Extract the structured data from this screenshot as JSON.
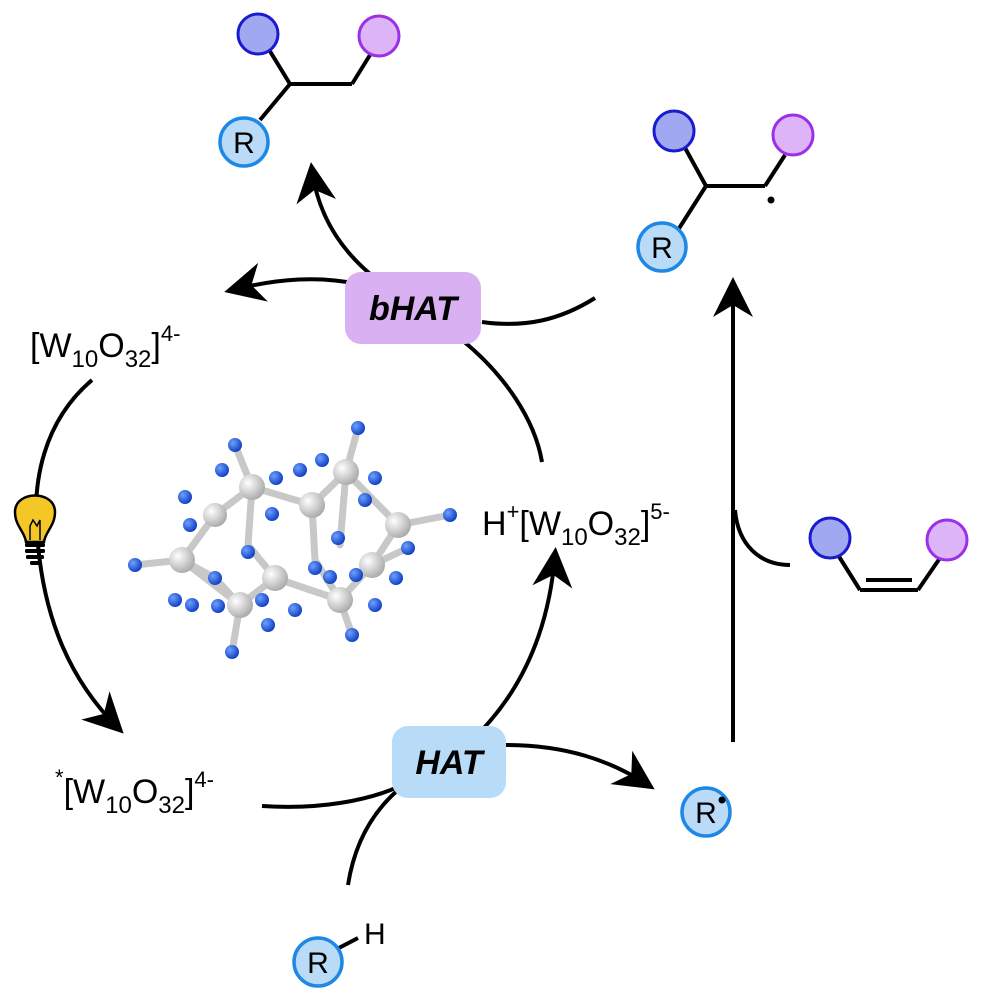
{
  "labels": {
    "w_ground": {
      "bracket_open": "[W",
      "sub1": "10",
      "o": "O",
      "sub2": "32",
      "bracket_close": "]",
      "charge": "4-"
    },
    "w_excited": {
      "star": "*",
      "bracket_open": "[W",
      "sub1": "10",
      "o": "O",
      "sub2": "32",
      "bracket_close": "]",
      "charge": "4-"
    },
    "w_reduced": {
      "h": "H",
      "plus": "+",
      "bracket_open": "[W",
      "sub1": "10",
      "o": "O",
      "sub2": "32",
      "bracket_close": "]",
      "charge": "5-"
    },
    "hat": "HAT",
    "bhat": "bHAT",
    "r": "R",
    "h_atom": "H"
  },
  "colors": {
    "r_fill": "#b9dbf7",
    "r_stroke": "#1e88e5",
    "blue_fill": "#9fa8f0",
    "blue_stroke": "#1a1ad0",
    "purple_fill": "#dcb4f7",
    "purple_stroke": "#9b30e8",
    "hat_badge": "#b8dcf7",
    "bhat_badge": "#d9b1f2",
    "bulb": "#f4c727",
    "tungsten": "#d0d0d0",
    "oxygen": "#1d5fe0"
  },
  "icons": {
    "bulb": "light-bulb-icon",
    "structure": "decatungstate-structure"
  }
}
